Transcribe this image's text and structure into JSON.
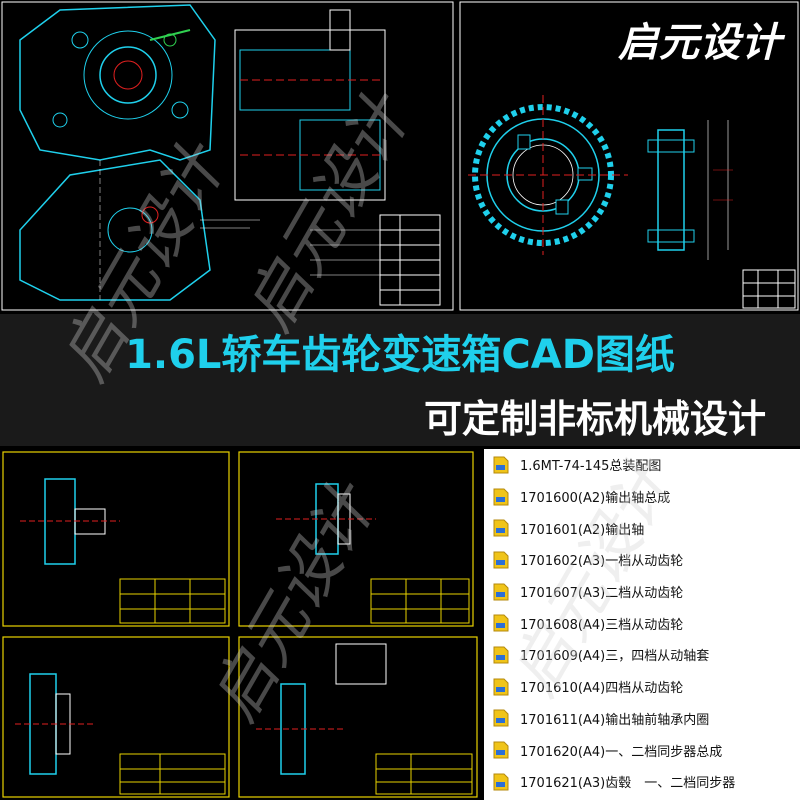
{
  "brand": "启元设计",
  "banner": {
    "title": "1.6L轿车齿轮变速箱CAD图纸",
    "subtitle": "可定制非标机械设计"
  },
  "watermark_text": "启元设计",
  "files": [
    "1.6MT-74-145总装配图",
    "1701600(A2)输出轴总成",
    "1701601(A2)输出轴",
    "1701602(A3)一档从动齿轮",
    "1701607(A3)二档从动齿轮",
    "1701608(A4)三档从动齿轮",
    "1701609(A4)三，四档从动轴套",
    "1701610(A4)四档从动齿轮",
    "1701611(A4)输出轴前轴承内圈",
    "1701620(A4)一、二档同步器总成",
    "1701621(A3)齿毂　一、二档同步器"
  ],
  "colors": {
    "cad_bg": "#000000",
    "cyan": "#1fd0ec",
    "yellow": "#e8d200",
    "white_line": "#ffffff",
    "green": "#30d050",
    "red": "#e02020",
    "file_icon": "#f0c419"
  },
  "icons": {
    "file": "dwg-file-icon"
  }
}
